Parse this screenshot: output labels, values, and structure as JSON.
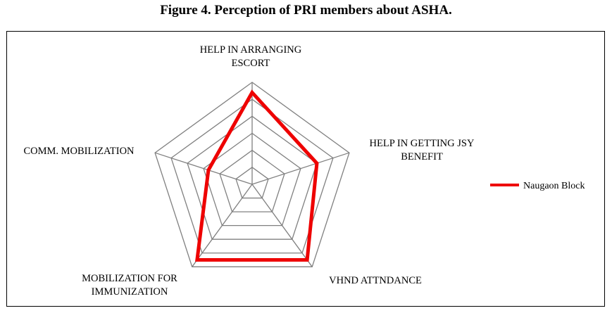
{
  "figure": {
    "title": "Figure 4. Perception of PRI members about ASHA."
  },
  "chart_data": {
    "type": "radar",
    "axes": [
      [
        "HELP IN ARRANGING",
        "ESCORT"
      ],
      [
        "HELP IN GETTING JSY",
        "BENEFIT"
      ],
      [
        "VHND ATTNDANCE"
      ],
      [
        "MOBILIZATION FOR",
        "IMMUNIZATION"
      ],
      [
        "COMM. MOBILIZATION"
      ]
    ],
    "rlim": [
      0,
      6
    ],
    "grid_levels": 6,
    "series": [
      {
        "name": "Naugaon Block",
        "values": [
          5.4,
          4.0,
          5.5,
          5.5,
          2.7
        ],
        "color": "#ee0000"
      }
    ],
    "legend_position": "right",
    "grid_color": "#808080"
  }
}
